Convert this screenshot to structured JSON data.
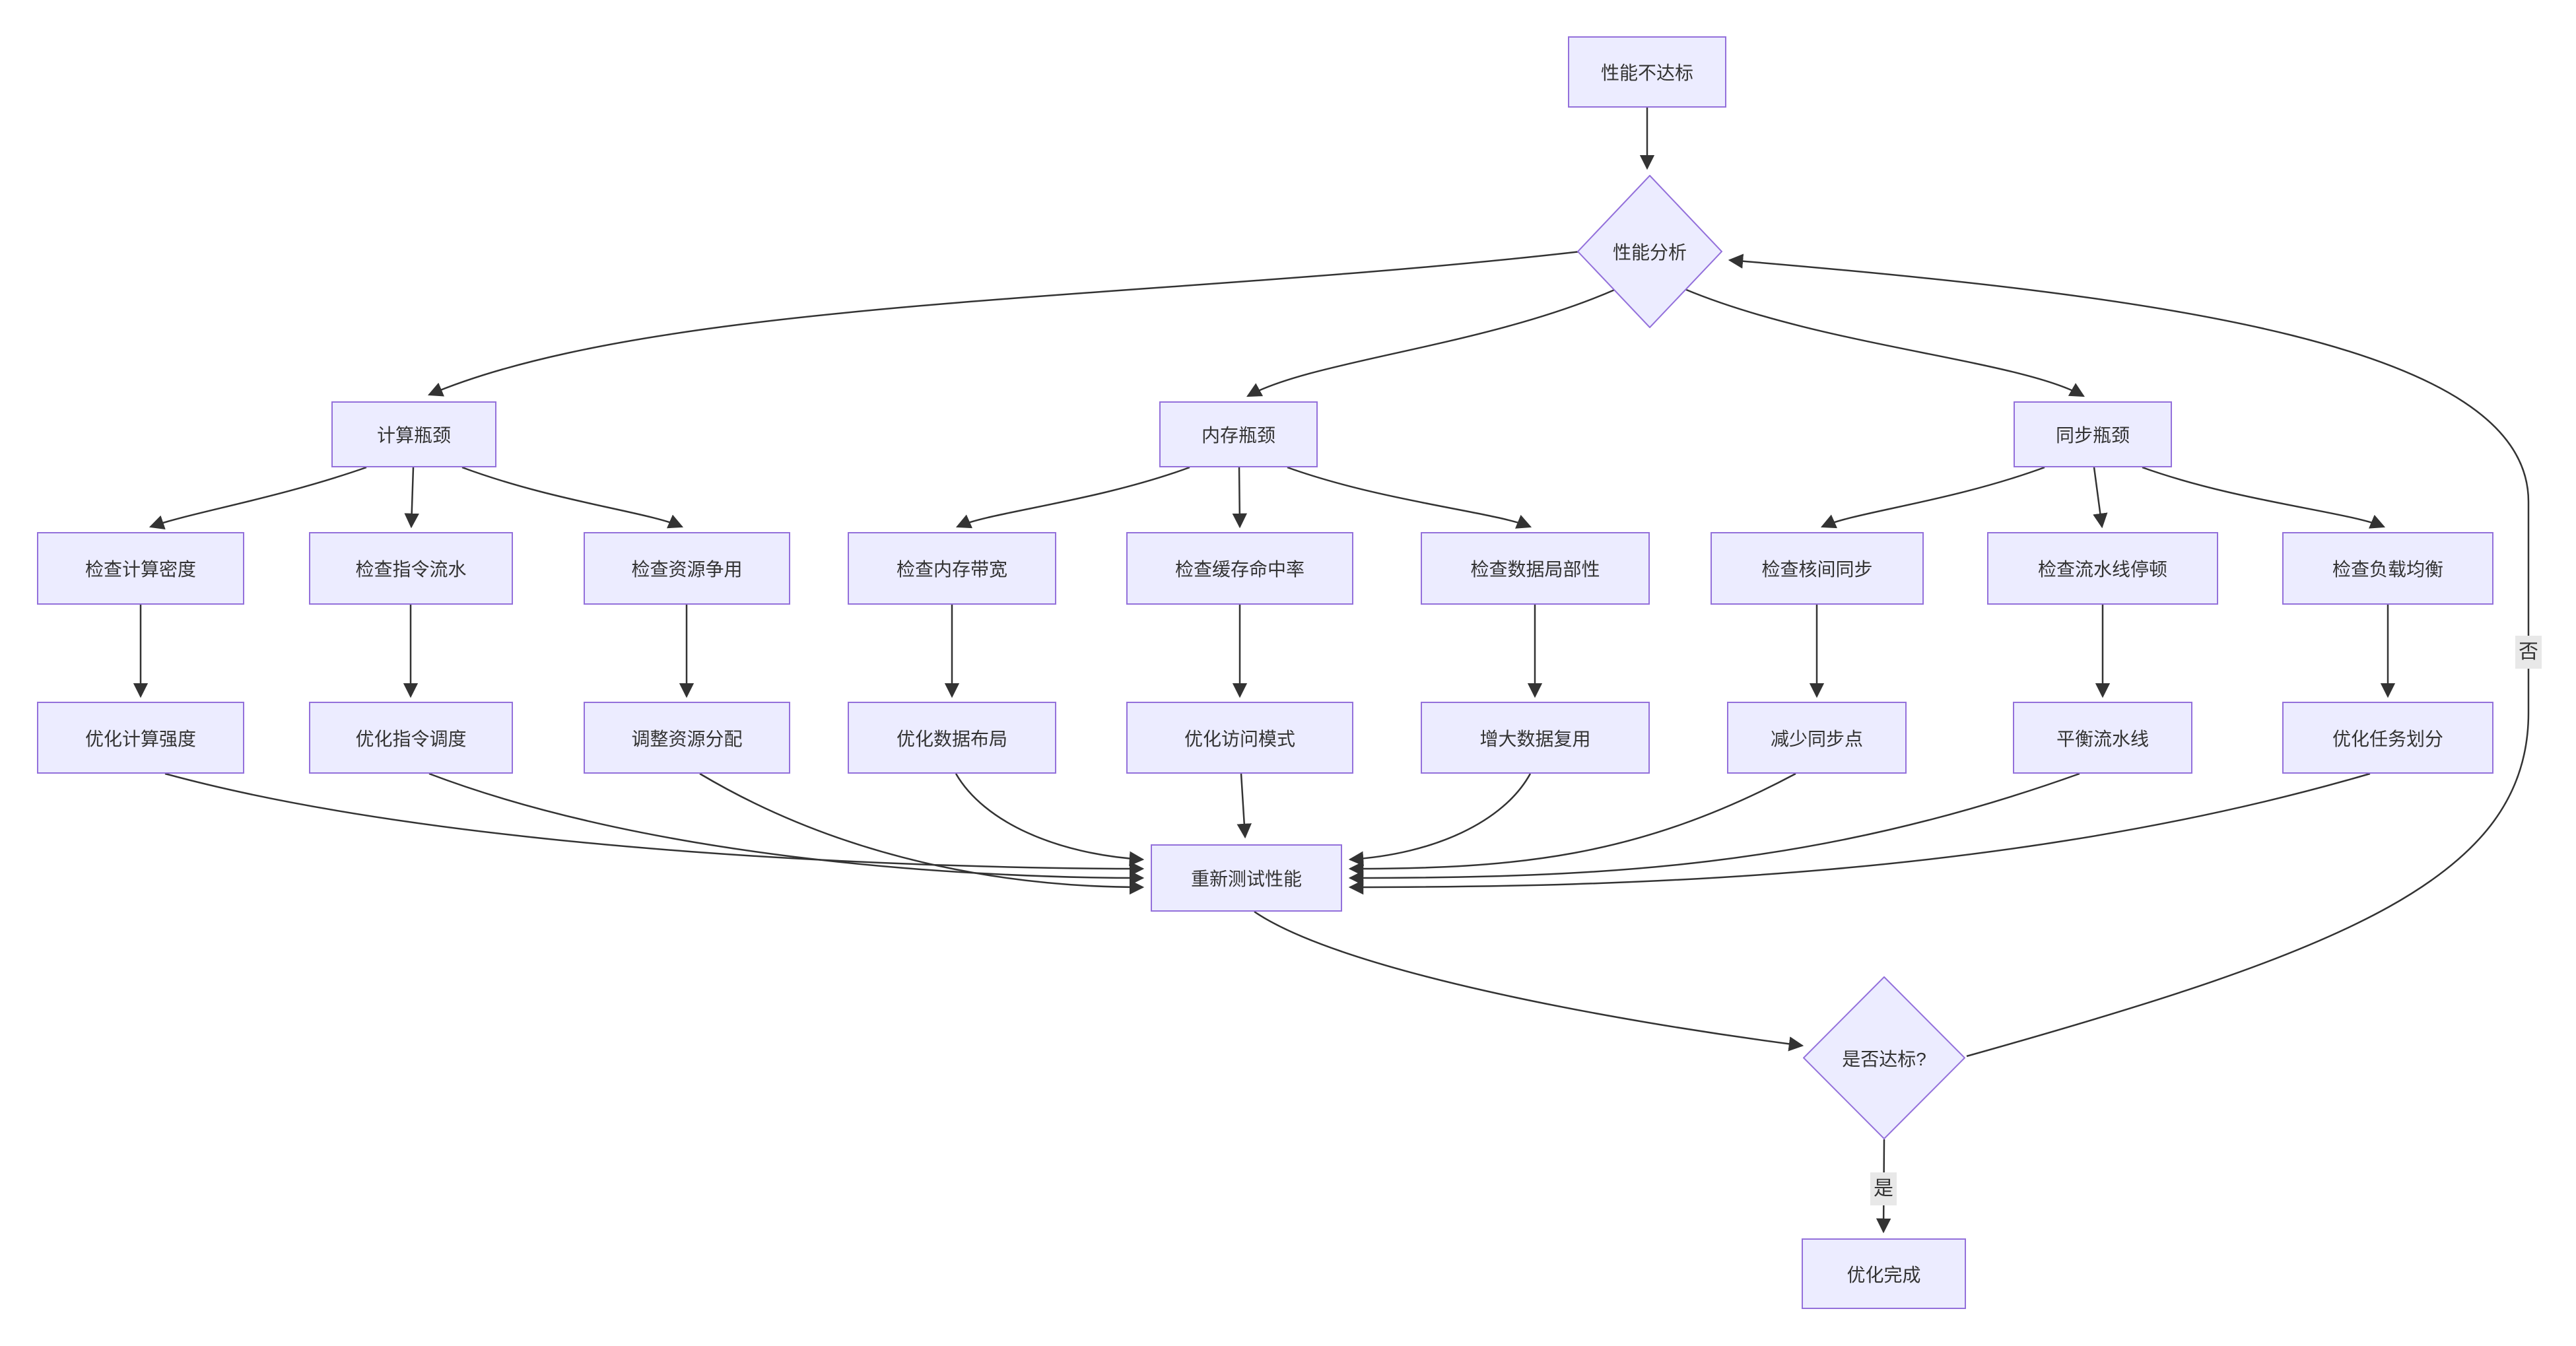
{
  "colors": {
    "node_fill": "#ECECFF",
    "node_border": "#9370DB",
    "edge_color": "#333333",
    "text_color": "#333333",
    "edge_label_bg": "#e8e8e8",
    "background": "#ffffff"
  },
  "nodes": {
    "start": "性能不达标",
    "analyze": "性能分析",
    "compute_bottleneck": "计算瓶颈",
    "memory_bottleneck": "内存瓶颈",
    "sync_bottleneck": "同步瓶颈",
    "check_compute_density": "检查计算密度",
    "check_instruction_pipeline": "检查指令流水",
    "check_resource_contention": "检查资源争用",
    "check_memory_bandwidth": "检查内存带宽",
    "check_cache_hit_rate": "检查缓存命中率",
    "check_data_locality": "检查数据局部性",
    "check_intercore_sync": "检查核间同步",
    "check_pipeline_stall": "检查流水线停顿",
    "check_load_balance": "检查负载均衡",
    "optimize_compute_intensity": "优化计算强度",
    "optimize_instruction_scheduling": "优化指令调度",
    "adjust_resource_allocation": "调整资源分配",
    "optimize_data_layout": "优化数据布局",
    "optimize_access_pattern": "优化访问模式",
    "increase_data_reuse": "增大数据复用",
    "reduce_sync_points": "减少同步点",
    "balance_pipeline": "平衡流水线",
    "optimize_task_partition": "优化任务划分",
    "retest": "重新测试性能",
    "target_met": "是否达标?",
    "done": "优化完成"
  },
  "edge_labels": {
    "yes": "是",
    "no": "否"
  },
  "edges": [
    {
      "from": "start",
      "to": "analyze"
    },
    {
      "from": "analyze",
      "to": "compute_bottleneck"
    },
    {
      "from": "analyze",
      "to": "memory_bottleneck"
    },
    {
      "from": "analyze",
      "to": "sync_bottleneck"
    },
    {
      "from": "compute_bottleneck",
      "to": "check_compute_density"
    },
    {
      "from": "compute_bottleneck",
      "to": "check_instruction_pipeline"
    },
    {
      "from": "compute_bottleneck",
      "to": "check_resource_contention"
    },
    {
      "from": "memory_bottleneck",
      "to": "check_memory_bandwidth"
    },
    {
      "from": "memory_bottleneck",
      "to": "check_cache_hit_rate"
    },
    {
      "from": "memory_bottleneck",
      "to": "check_data_locality"
    },
    {
      "from": "sync_bottleneck",
      "to": "check_intercore_sync"
    },
    {
      "from": "sync_bottleneck",
      "to": "check_pipeline_stall"
    },
    {
      "from": "sync_bottleneck",
      "to": "check_load_balance"
    },
    {
      "from": "check_compute_density",
      "to": "optimize_compute_intensity"
    },
    {
      "from": "check_instruction_pipeline",
      "to": "optimize_instruction_scheduling"
    },
    {
      "from": "check_resource_contention",
      "to": "adjust_resource_allocation"
    },
    {
      "from": "check_memory_bandwidth",
      "to": "optimize_data_layout"
    },
    {
      "from": "check_cache_hit_rate",
      "to": "optimize_access_pattern"
    },
    {
      "from": "check_data_locality",
      "to": "increase_data_reuse"
    },
    {
      "from": "check_intercore_sync",
      "to": "reduce_sync_points"
    },
    {
      "from": "check_pipeline_stall",
      "to": "balance_pipeline"
    },
    {
      "from": "check_load_balance",
      "to": "optimize_task_partition"
    },
    {
      "from": "optimize_compute_intensity",
      "to": "retest"
    },
    {
      "from": "optimize_instruction_scheduling",
      "to": "retest"
    },
    {
      "from": "adjust_resource_allocation",
      "to": "retest"
    },
    {
      "from": "optimize_data_layout",
      "to": "retest"
    },
    {
      "from": "optimize_access_pattern",
      "to": "retest"
    },
    {
      "from": "increase_data_reuse",
      "to": "retest"
    },
    {
      "from": "reduce_sync_points",
      "to": "retest"
    },
    {
      "from": "balance_pipeline",
      "to": "retest"
    },
    {
      "from": "optimize_task_partition",
      "to": "retest"
    },
    {
      "from": "retest",
      "to": "target_met"
    },
    {
      "from": "target_met",
      "to": "done",
      "label": "是"
    },
    {
      "from": "target_met",
      "to": "analyze",
      "label": "否"
    }
  ]
}
